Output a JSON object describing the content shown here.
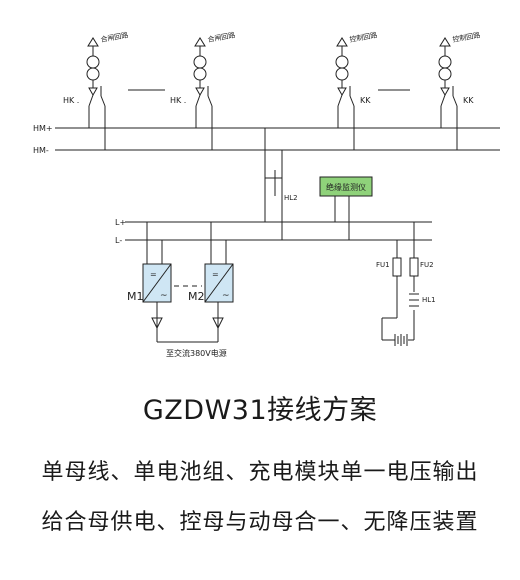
{
  "diagram": {
    "feeders": [
      {
        "label": "合闸回路",
        "switch": "HK"
      },
      {
        "label": "合闸回路",
        "switch": "HK"
      },
      {
        "label": "控制回路",
        "switch": "KK"
      },
      {
        "label": "控制回路",
        "switch": "KK"
      }
    ],
    "buses": {
      "hm_plus": "HM+",
      "hm_minus": "HM-",
      "l_plus": "L+",
      "l_minus": "L-"
    },
    "hl2_label": "HL2",
    "hl1_label": "HL1",
    "fu1_label": "FU1",
    "fu2_label": "FU2",
    "monitor_label": "绝缘监测仪",
    "module1_label": "M1",
    "module2_label": "M2",
    "ac_label": "至交流380V电源",
    "colors": {
      "module_fill": "#cfe6f4",
      "monitor_fill": "#8fd27a",
      "line": "#222222"
    }
  },
  "title": "GZDW31接线方案",
  "description_line1": "单母线、单电池组、充电模块单一电压输出",
  "description_line2": "给合母供电、控母与动母合一、无降压装置"
}
